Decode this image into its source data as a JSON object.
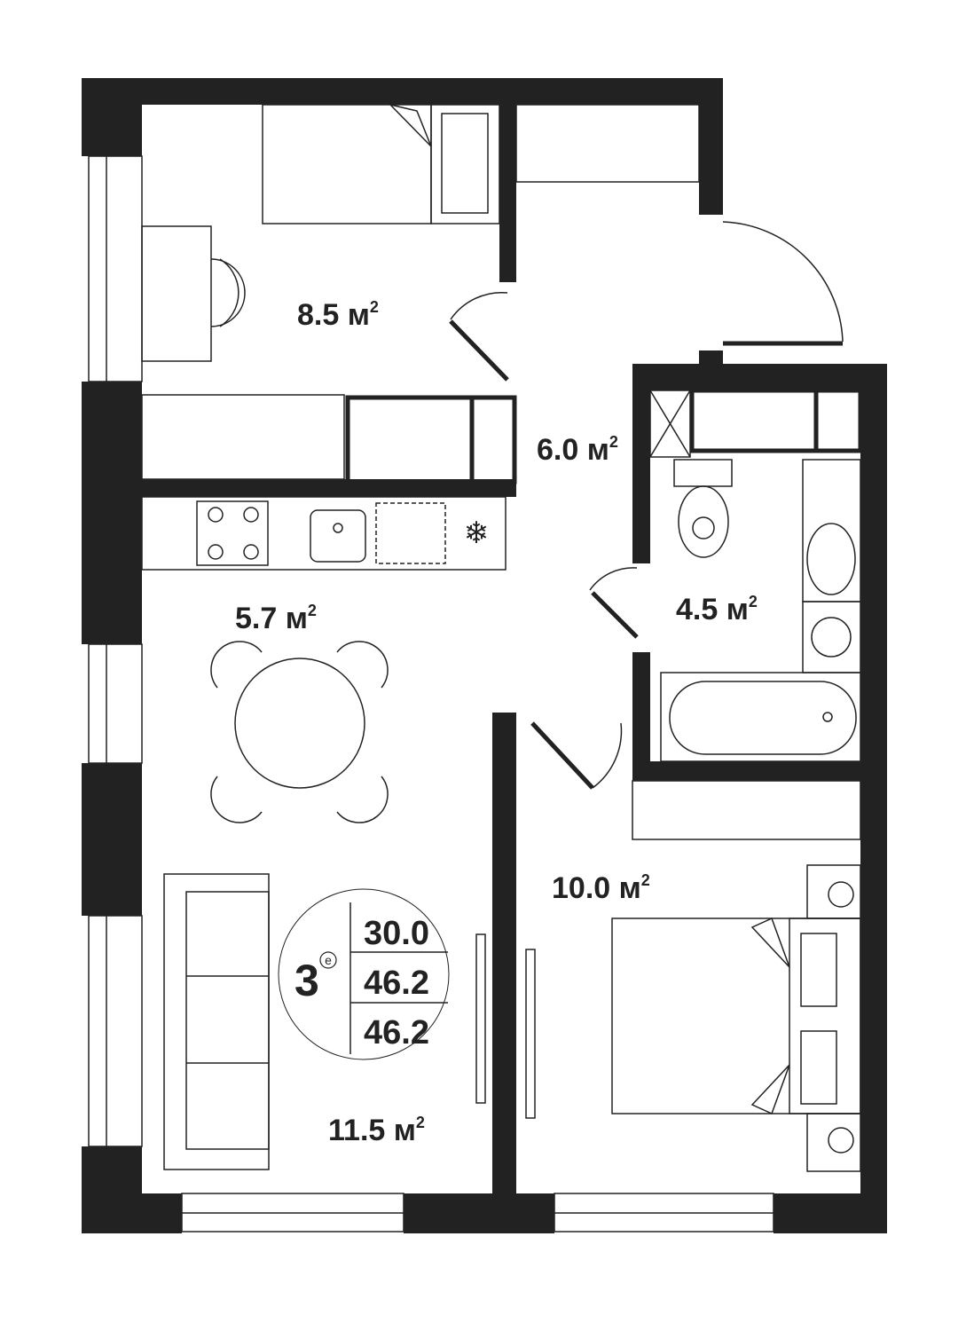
{
  "plan": {
    "unit": "м",
    "unit_power": "2",
    "rooms": [
      {
        "name": "bedroom-small",
        "area": "8.5"
      },
      {
        "name": "hallway",
        "area": "6.0"
      },
      {
        "name": "kitchen",
        "area": "5.7"
      },
      {
        "name": "bathroom",
        "area": "4.5"
      },
      {
        "name": "bedroom-large",
        "area": "10.0"
      },
      {
        "name": "living-room",
        "area": "11.5"
      }
    ],
    "badge": {
      "rooms_count": "3",
      "rooms_suffix": "е",
      "living_area": "30.0",
      "total_area": "46.2",
      "total_area_with_balcony": "46.2"
    }
  },
  "colors": {
    "wall": "#222222",
    "background": "#ffffff"
  }
}
